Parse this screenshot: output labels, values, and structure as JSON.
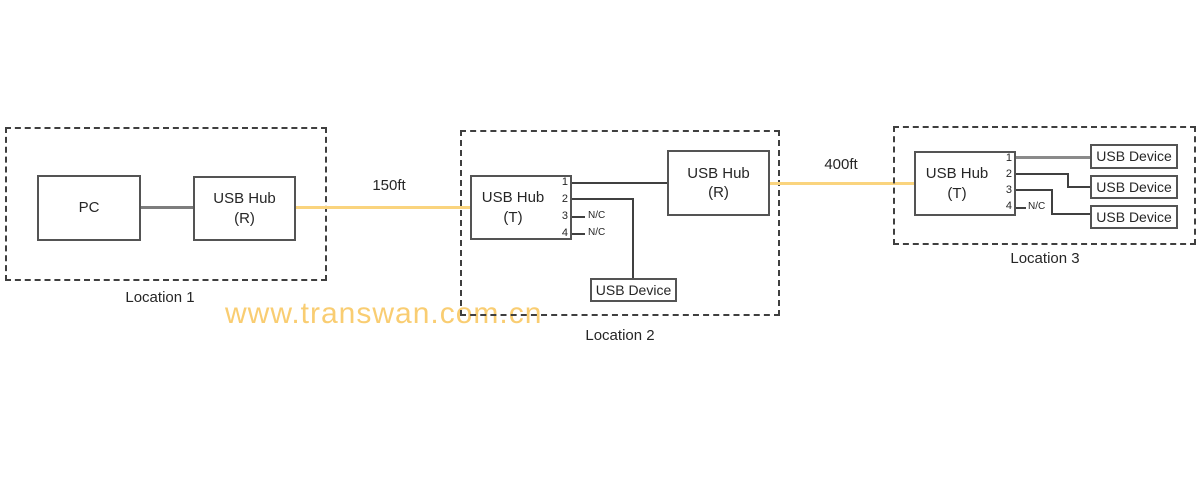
{
  "watermark": "www.transwan.com.cn",
  "colors": {
    "fiber_link": "#FAD47E",
    "watermark": "#F9CD72",
    "wire": "#404040",
    "box_border": "#545454"
  },
  "links": {
    "fiber1_label": "150ft",
    "fiber2_label": "400ft"
  },
  "loc1": {
    "name": "Location 1",
    "pc": "PC",
    "hubR": "USB Hub",
    "hubRSub": "(R)"
  },
  "loc2": {
    "name": "Location 2",
    "hubT": "USB Hub",
    "hubTSub": "(T)",
    "hubR": "USB Hub",
    "hubRSub": "(R)",
    "device": "USB Device",
    "p1": "1",
    "p2": "2",
    "p3": "3",
    "p4": "4",
    "nc3": "N/C",
    "nc4": "N/C"
  },
  "loc3": {
    "name": "Location 3",
    "hubT": "USB Hub",
    "hubTSub": "(T)",
    "p1": "1",
    "p2": "2",
    "p3": "3",
    "p4": "4",
    "nc4": "N/C",
    "device1": "USB Device",
    "device2": "USB Device",
    "device3": "USB Device"
  }
}
